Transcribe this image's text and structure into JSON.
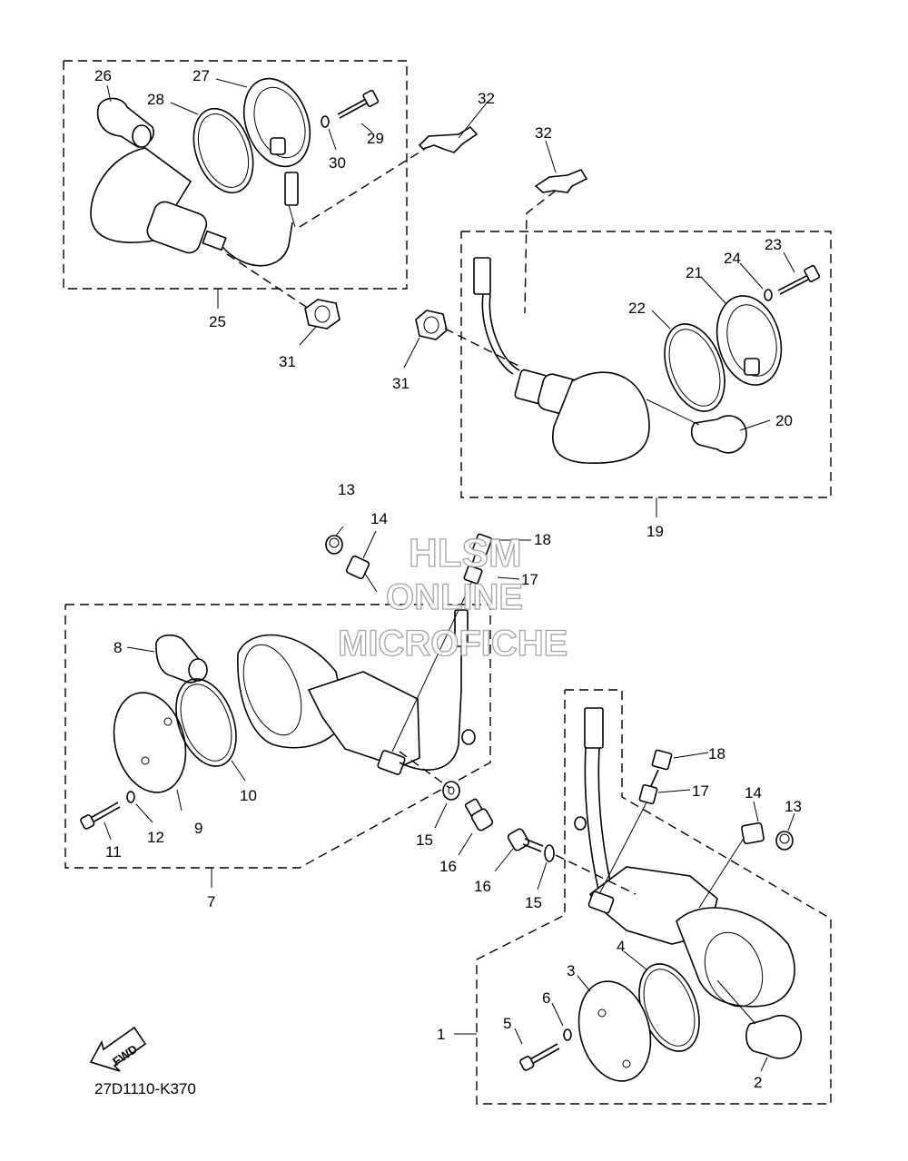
{
  "callouts": {
    "c1": "1",
    "c2": "2",
    "c3": "3",
    "c4": "4",
    "c5": "5",
    "c6": "6",
    "c7": "7",
    "c8": "8",
    "c9": "9",
    "c10": "10",
    "c11": "11",
    "c12": "12",
    "c13a": "13",
    "c13b": "13",
    "c14a": "14",
    "c14b": "14",
    "c15a": "15",
    "c15b": "15",
    "c16a": "16",
    "c16b": "16",
    "c17a": "17",
    "c17b": "17",
    "c18a": "18",
    "c18b": "18",
    "c19": "19",
    "c20": "20",
    "c21": "21",
    "c22": "22",
    "c23": "23",
    "c24": "24",
    "c25": "25",
    "c26": "26",
    "c27": "27",
    "c28": "28",
    "c29": "29",
    "c30": "30",
    "c31a": "31",
    "c31b": "31",
    "c32a": "32",
    "c32b": "32"
  },
  "diagram_code": "27D1110-K370",
  "fwd_label": "FWD",
  "watermark": {
    "line1": "HLSM",
    "line2": "ONLINE",
    "line3": "MICROFICHE"
  }
}
